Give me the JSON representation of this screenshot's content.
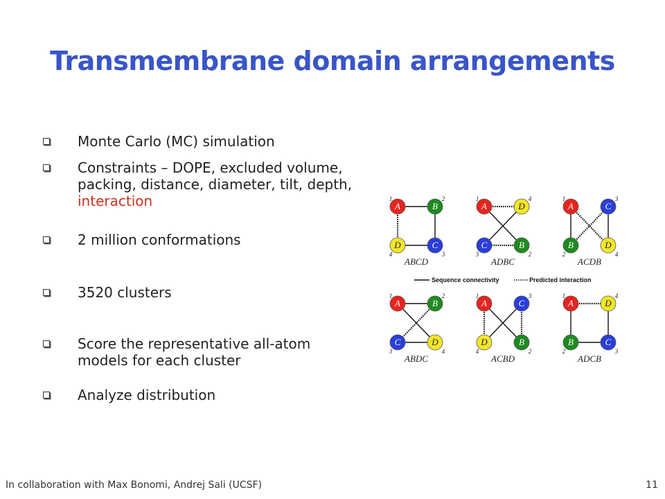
{
  "title": "Transmembrane domain arrangements",
  "bullets": [
    {
      "text": "Monte Carlo (MC) simulation"
    },
    {
      "text": "Constraints – DOPE, excluded volume, packing, distance, diameter, tilt, depth, ",
      "highlight": "interaction"
    },
    {
      "text": "2 million conformations"
    },
    {
      "text": "3520 clusters"
    },
    {
      "text": "Score the representative all-atom models for each cluster"
    },
    {
      "text": "Analyze distribution"
    }
  ],
  "diagram": {
    "legend": {
      "sequence": "Sequence connectivity",
      "predicted": "Predicted interaction"
    },
    "panels": [
      {
        "caption": "ABCD",
        "nodes": {
          "tl": {
            "letter": "A",
            "color": "#e8241f",
            "num": "1"
          },
          "tr": {
            "letter": "B",
            "color": "#1f8a1f",
            "num": "2"
          },
          "bl": {
            "letter": "D",
            "color": "#f2e52a",
            "num": "4"
          },
          "br": {
            "letter": "C",
            "color": "#2a3ed8",
            "num": "3"
          }
        }
      },
      {
        "caption": "ADBC",
        "nodes": {
          "tl": {
            "letter": "A",
            "color": "#e8241f",
            "num": "1"
          },
          "tr": {
            "letter": "D",
            "color": "#f2e52a",
            "num": "4"
          },
          "bl": {
            "letter": "C",
            "color": "#2a3ed8",
            "num": "3"
          },
          "br": {
            "letter": "B",
            "color": "#1f8a1f",
            "num": "2"
          }
        }
      },
      {
        "caption": "ACDB",
        "nodes": {
          "tl": {
            "letter": "A",
            "color": "#e8241f",
            "num": "1"
          },
          "tr": {
            "letter": "C",
            "color": "#2a3ed8",
            "num": "3"
          },
          "bl": {
            "letter": "B",
            "color": "#1f8a1f",
            "num": "2"
          },
          "br": {
            "letter": "D",
            "color": "#f2e52a",
            "num": "4"
          }
        }
      },
      {
        "caption": "ABDC",
        "nodes": {
          "tl": {
            "letter": "A",
            "color": "#e8241f",
            "num": "1"
          },
          "tr": {
            "letter": "B",
            "color": "#1f8a1f",
            "num": "2"
          },
          "bl": {
            "letter": "C",
            "color": "#2a3ed8",
            "num": "3"
          },
          "br": {
            "letter": "D",
            "color": "#f2e52a",
            "num": "4"
          }
        }
      },
      {
        "caption": "ACBD",
        "nodes": {
          "tl": {
            "letter": "A",
            "color": "#e8241f",
            "num": "1"
          },
          "tr": {
            "letter": "C",
            "color": "#2a3ed8",
            "num": "3"
          },
          "bl": {
            "letter": "D",
            "color": "#f2e52a",
            "num": "4"
          },
          "br": {
            "letter": "B",
            "color": "#1f8a1f",
            "num": "2"
          }
        }
      },
      {
        "caption": "ADCB",
        "nodes": {
          "tl": {
            "letter": "A",
            "color": "#e8241f",
            "num": "1"
          },
          "tr": {
            "letter": "D",
            "color": "#f2e52a",
            "num": "4"
          },
          "bl": {
            "letter": "B",
            "color": "#1f8a1f",
            "num": "2"
          },
          "br": {
            "letter": "C",
            "color": "#2a3ed8",
            "num": "3"
          }
        }
      }
    ]
  },
  "footer": {
    "text": "In collaboration with Max Bonomi, Andrej Sali (UCSF)",
    "page": "11"
  }
}
